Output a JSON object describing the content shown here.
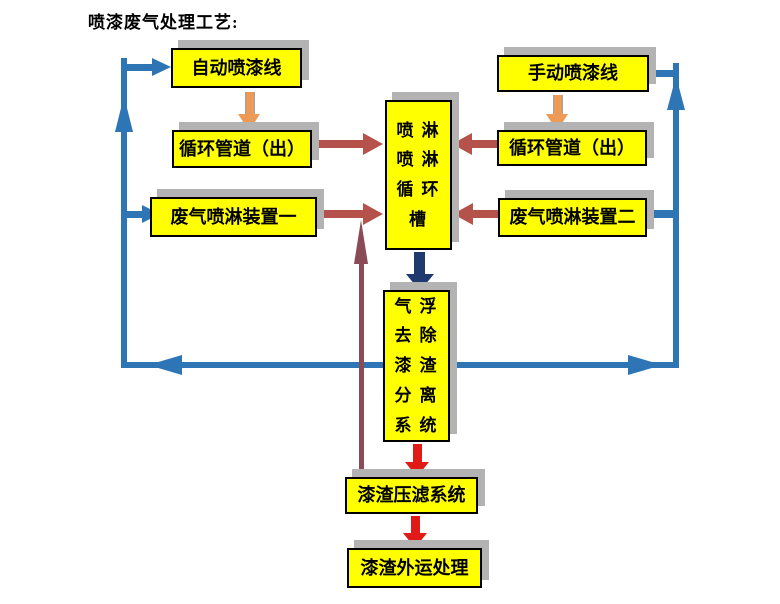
{
  "title": "喷漆废气处理工艺:",
  "nodes": {
    "auto_line": {
      "label": "自动喷漆线"
    },
    "circ_left": {
      "label": "循环管道（出）"
    },
    "gas_left": {
      "label": "废气喷淋装置一"
    },
    "manual_line": {
      "label": "手动喷漆线"
    },
    "circ_right": {
      "label": "循环管道（出）"
    },
    "gas_right": {
      "label": "废气喷淋装置二"
    },
    "spray_tank": {
      "label": "喷淋\n喷淋\n循环\n槽"
    },
    "flotation": {
      "label": "气浮\n去除\n漆渣\n分离\n系统"
    },
    "press": {
      "label": "漆渣压滤系统"
    },
    "transport": {
      "label": "漆渣外运处理"
    }
  },
  "colors": {
    "node_fill": "#ffff00",
    "node_border": "#000000",
    "node_shadow": "#b3b3b3",
    "blue_arrow": "#2e75b6",
    "red_arrow": "#b5524b",
    "orange_arrow": "#ec9a55",
    "navy_arrow": "#1e3a6e",
    "bright_red_arrow": "#e01a16",
    "maroon_return_line": "#8a4a56"
  }
}
